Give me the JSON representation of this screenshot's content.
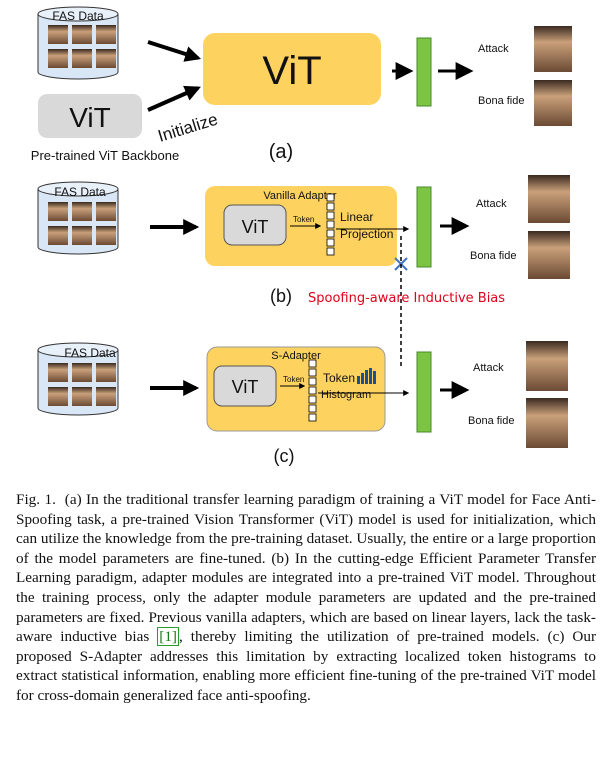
{
  "figure": {
    "panel_a": {
      "db_label": "FAS Data",
      "vit_main": "ViT",
      "vit_pretrained": "ViT",
      "pretrained_label": "Pre-trained ViT Backbone",
      "initialize": "Initialize",
      "attack": "Attack",
      "bona_fide": "Bona fide",
      "panel_label": "(a)"
    },
    "panel_b": {
      "db_label": "FAS Data",
      "adapter_title": "Vanilla Adapter",
      "vit": "ViT",
      "token": "Token",
      "linear": "Linear",
      "projection": "Projection",
      "attack": "Attack",
      "bona_fide": "Bona fide",
      "panel_label": "(b)",
      "bias_label": "Spoofing-aware Inductive Bias"
    },
    "panel_c": {
      "db_label": "FAS Data",
      "adapter_title": "S-Adapter",
      "vit": "ViT",
      "token": "Token",
      "token_hist_1": "Token",
      "token_hist_2": "Histogram",
      "attack": "Attack",
      "bona_fide": "Bona fide",
      "panel_label": "(c)"
    },
    "colors": {
      "adapter_yellow": "#fdd25e",
      "classifier_green": "#7cc444",
      "vit_gray": "#d9d9d9",
      "db_blue": "#d9e6f5",
      "bias_red": "#e0001b",
      "cross_blue": "#4472c4"
    }
  },
  "caption": {
    "fig_label": "Fig. 1.",
    "text_1": "(a) In the traditional transfer learning paradigm of training a ViT model for Face Anti-Spoofing task, a pre-trained Vision Transformer (ViT) model is used for initialization, which can utilize the knowledge from the pre-training dataset. Usually, the entire or a large proportion of the model parameters are fine-tuned. (b) In the cutting-edge Efficient Parameter Transfer Learning paradigm, adapter modules are integrated into a pre-trained ViT model. Throughout the training process, only the adapter module parameters are updated and the pre-trained parameters are fixed. Previous vanilla adapters, which are based on linear layers, lack the task-aware inductive bias",
    "cite": "[1]",
    "text_2": ", thereby limiting the utilization of pre-trained models. (c) Our proposed S-Adapter addresses this limitation by extracting localized token histograms to extract statistical information, enabling more efficient fine-tuning of the pre-trained ViT model for cross-domain generalized face anti-spoofing."
  }
}
